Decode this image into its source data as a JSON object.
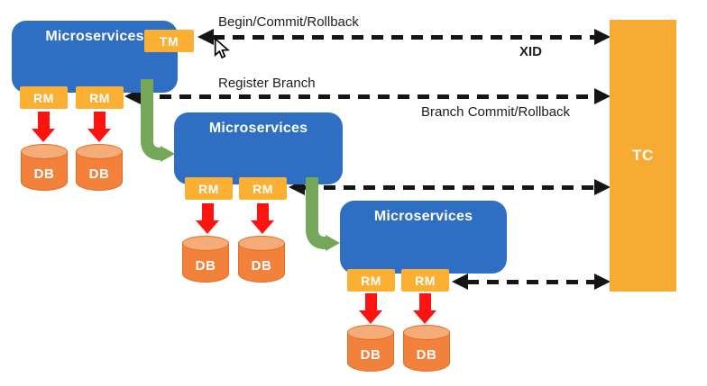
{
  "diagram_type": "seata-distributed-transaction-architecture",
  "tc": {
    "label": "TC"
  },
  "services": [
    {
      "title": "Microservices",
      "tm_label": "TM",
      "rm_labels": [
        "RM",
        "RM"
      ],
      "db_labels": [
        "DB",
        "DB"
      ]
    },
    {
      "title": "Microservices",
      "rm_labels": [
        "RM",
        "RM"
      ],
      "db_labels": [
        "DB",
        "DB"
      ]
    },
    {
      "title": "Microservices",
      "rm_labels": [
        "RM",
        "RM"
      ],
      "db_labels": [
        "DB",
        "DB"
      ]
    }
  ],
  "messages": {
    "begin_commit_rollback": "Begin/Commit/Rollback",
    "xid": "XID",
    "register_branch": "Register Branch",
    "branch_commit_rollback": "Branch Commit/Rollback"
  },
  "colors": {
    "service_box": "#2E6FC3",
    "badge": "#FBB034",
    "tc_box": "#F6AC32",
    "db_body": "#F2813B",
    "db_top": "#F6AC79",
    "red_arrow": "#FB1410",
    "green_arrow": "#74A757",
    "dashed_arrow": "#151515"
  }
}
